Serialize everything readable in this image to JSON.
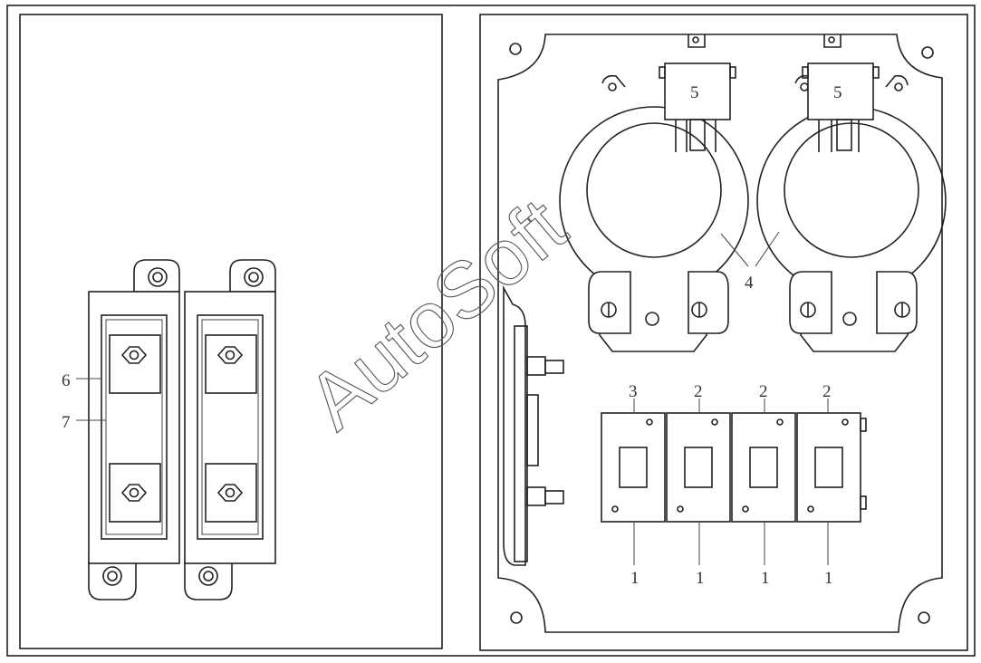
{
  "labels": {
    "part_1": "1",
    "part_2": "2",
    "part_3": "3",
    "part_4": "4",
    "part_5": "5",
    "part_6": "6",
    "part_7": "7"
  },
  "watermark": "AutoSoft"
}
